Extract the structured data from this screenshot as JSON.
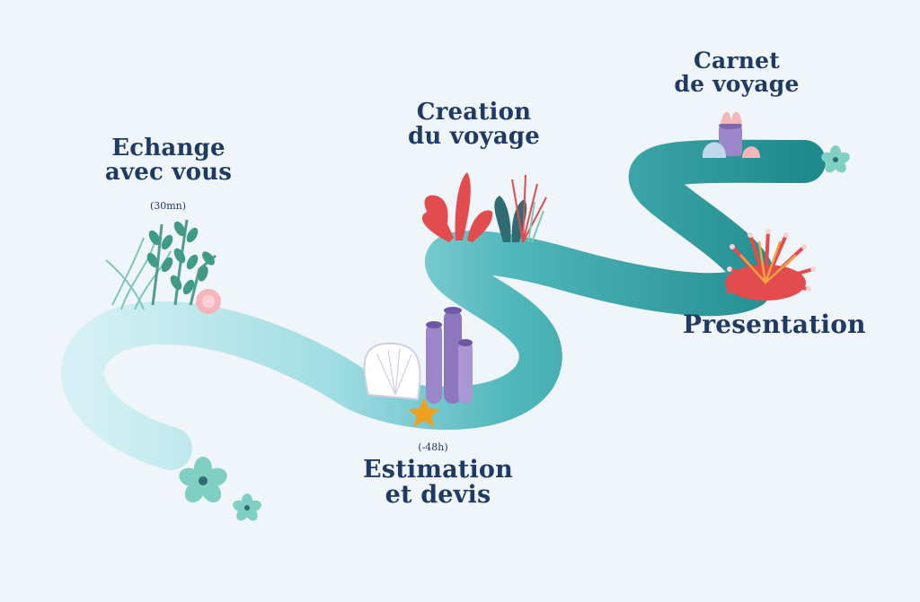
{
  "steps": [
    {
      "id": "echange",
      "lines": [
        "Echange",
        "avec vous"
      ],
      "note": "(30mn)"
    },
    {
      "id": "estimation",
      "lines": [
        "Estimation",
        "et devis"
      ],
      "note": "(-48h)"
    },
    {
      "id": "creation",
      "lines": [
        "Creation",
        "du voyage"
      ]
    },
    {
      "id": "presentation",
      "lines": [
        "Presentation"
      ]
    },
    {
      "id": "carnet",
      "lines": [
        "Carnet",
        "de voyage"
      ]
    }
  ],
  "colors": {
    "background": "#f0f5f9",
    "path_light": "#cdeef3",
    "path_dark": "#1f8a8c",
    "text": "#1f3a64",
    "coral_red": "#e24c4f",
    "coral_pink": "#f4b6b8",
    "sponge_purple": "#9b86c9",
    "seaweed_green": "#4f9d8c",
    "starfish_orange": "#f0a020"
  }
}
